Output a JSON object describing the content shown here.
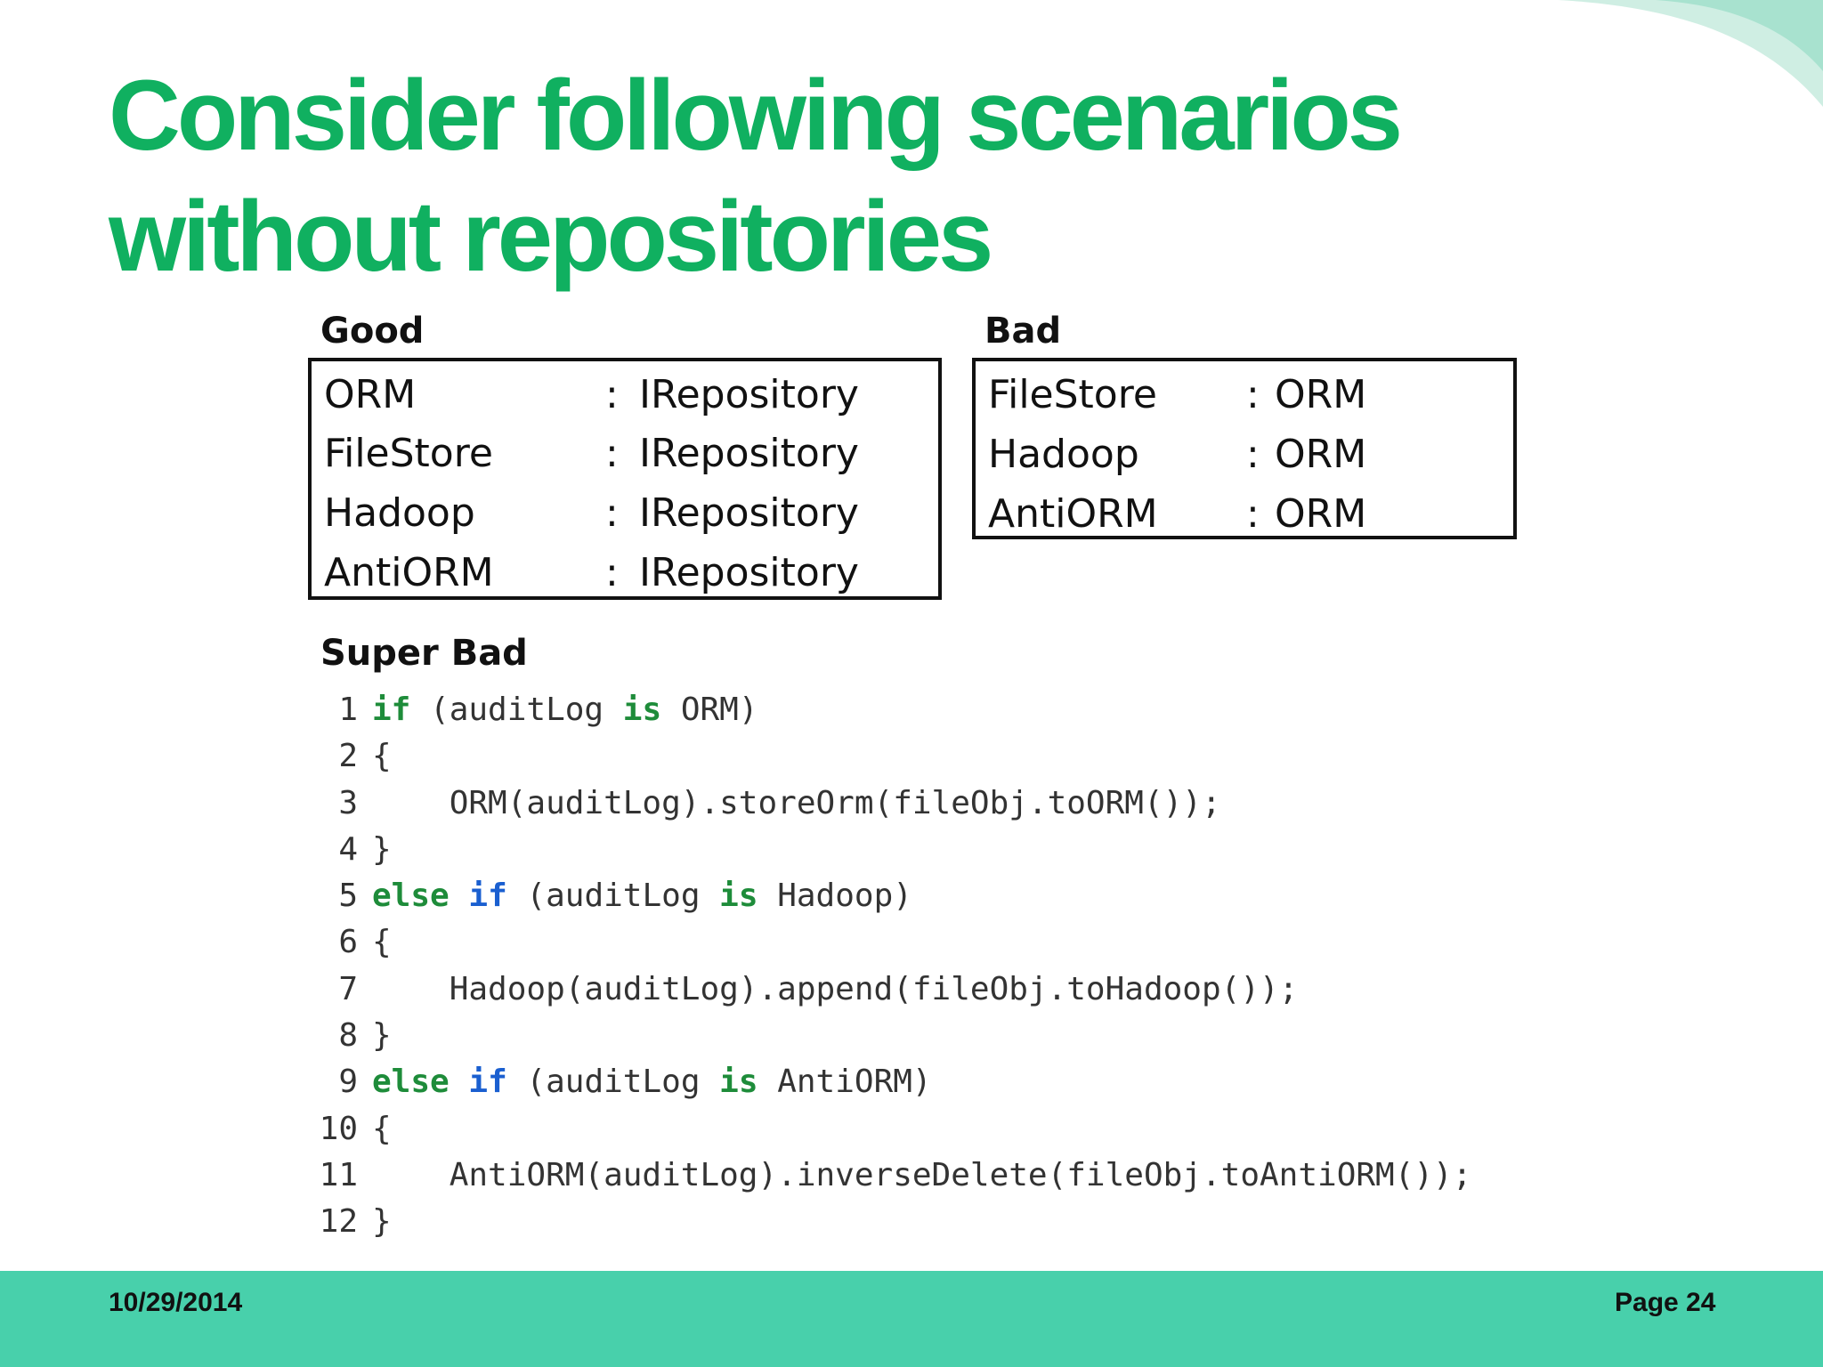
{
  "slide": {
    "title_line1": "Consider following scenarios",
    "title_line2": "without repositories"
  },
  "good": {
    "heading": "Good",
    "rows": [
      {
        "cls": "ORM",
        "colon": ":",
        "base": "IRepository"
      },
      {
        "cls": "FileStore",
        "colon": ":",
        "base": "IRepository"
      },
      {
        "cls": "Hadoop",
        "colon": ":",
        "base": "IRepository"
      },
      {
        "cls": "AntiORM",
        "colon": ":",
        "base": "IRepository"
      }
    ]
  },
  "bad": {
    "heading": "Bad",
    "rows": [
      {
        "cls": "FileStore",
        "colon": ":",
        "base": "ORM"
      },
      {
        "cls": "Hadoop",
        "colon": ":",
        "base": "ORM"
      },
      {
        "cls": "AntiORM",
        "colon": ":",
        "base": "ORM"
      }
    ]
  },
  "super_bad": {
    "heading": "Super Bad",
    "lines": [
      {
        "num": "1",
        "parts": [
          {
            "t": "if",
            "k": "green"
          },
          {
            "t": " (auditLog "
          },
          {
            "t": "is",
            "k": "green"
          },
          {
            "t": " ORM)"
          }
        ]
      },
      {
        "num": "2",
        "parts": [
          {
            "t": "{"
          }
        ]
      },
      {
        "num": "3",
        "parts": [
          {
            "t": "    ORM(auditLog).storeOrm(fileObj.toORM());"
          }
        ]
      },
      {
        "num": "4",
        "parts": [
          {
            "t": "}"
          }
        ]
      },
      {
        "num": "5",
        "parts": [
          {
            "t": "else",
            "k": "green"
          },
          {
            "t": " "
          },
          {
            "t": "if",
            "k": "blue"
          },
          {
            "t": " (auditLog "
          },
          {
            "t": "is",
            "k": "green"
          },
          {
            "t": " Hadoop)"
          }
        ]
      },
      {
        "num": "6",
        "parts": [
          {
            "t": "{"
          }
        ]
      },
      {
        "num": "7",
        "parts": [
          {
            "t": "    Hadoop(auditLog).append(fileObj.toHadoop());"
          }
        ]
      },
      {
        "num": "8",
        "parts": [
          {
            "t": "}"
          }
        ]
      },
      {
        "num": "9",
        "parts": [
          {
            "t": "else",
            "k": "green"
          },
          {
            "t": " "
          },
          {
            "t": "if",
            "k": "blue"
          },
          {
            "t": " (auditLog "
          },
          {
            "t": "is",
            "k": "green"
          },
          {
            "t": " AntiORM)"
          }
        ]
      },
      {
        "num": "10",
        "parts": [
          {
            "t": "{"
          }
        ]
      },
      {
        "num": "11",
        "parts": [
          {
            "t": "    AntiORM(auditLog).inverseDelete(fileObj.toAntiORM());"
          }
        ]
      },
      {
        "num": "12",
        "parts": [
          {
            "t": "}"
          }
        ]
      }
    ]
  },
  "footer": {
    "date": "10/29/2014",
    "page": "Page 24"
  },
  "colors": {
    "title": "#10b060",
    "footer_bar": "#48d0ab",
    "keyword_green": "#1e8c3a",
    "keyword_blue": "#1a5fd0"
  }
}
